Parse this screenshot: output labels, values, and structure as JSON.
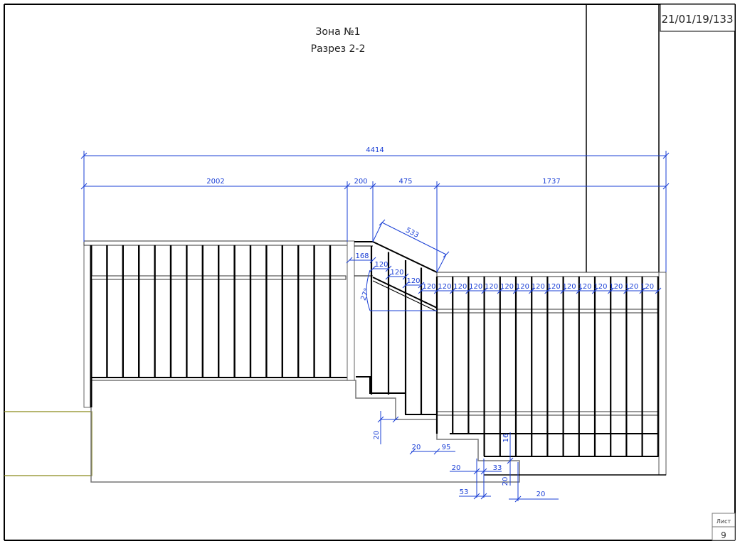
{
  "title_block": {
    "code": "21/01/19/133",
    "sheet_label": "Лист",
    "sheet_number": "9"
  },
  "drawing": {
    "zone": "Зона №1",
    "section": "Разрез 2-2"
  },
  "dimensions": {
    "overall": "4414",
    "left_span": "2002",
    "post_gap": "200",
    "stair_span": "475",
    "right_span": "1737",
    "slope_length": "533",
    "post_offset": "168",
    "angle": "27°",
    "stair_spacing": [
      "120",
      "120",
      "120"
    ],
    "baluster_spacing": [
      "120",
      "120",
      "120",
      "120",
      "120",
      "120",
      "120",
      "120",
      "120",
      "120",
      "120",
      "120",
      "120",
      "120",
      "120"
    ],
    "step_rise": "20",
    "step_a": "20",
    "step_b": "95",
    "step_c": "20",
    "step_d": "33",
    "step_e": "53",
    "step_f": "16",
    "step_g": "20",
    "step_h": "20"
  },
  "colors": {
    "dimension": "#1a3fd6",
    "outline": "#000000",
    "slab": "#777777",
    "ground": "#8a8a1a"
  }
}
